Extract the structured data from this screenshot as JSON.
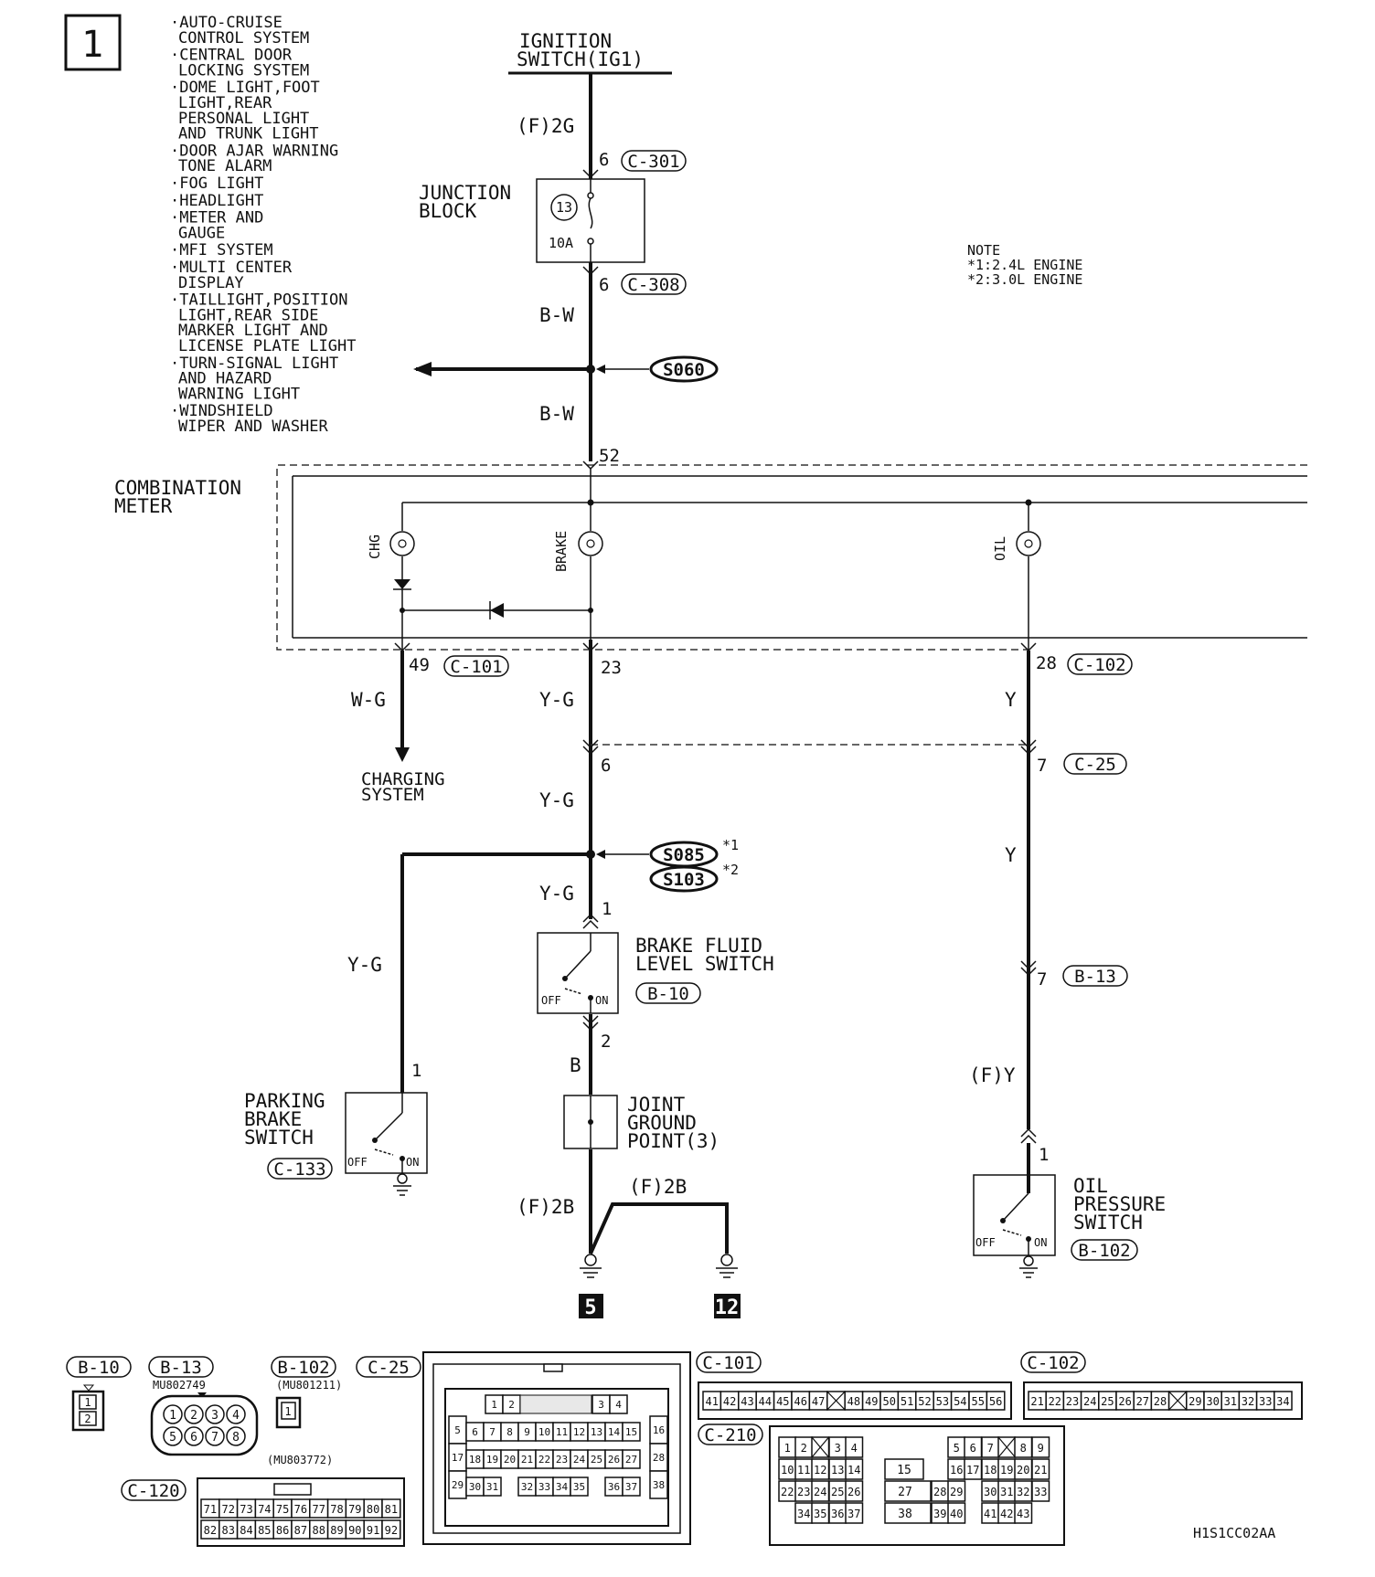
{
  "page_number": "1",
  "related_systems": [
    [
      "·AUTO-CRUISE",
      "CONTROL SYSTEM"
    ],
    [
      "·CENTRAL DOOR",
      "LOCKING SYSTEM"
    ],
    [
      "·DOME LIGHT,FOOT",
      "LIGHT,REAR",
      "PERSONAL LIGHT",
      "AND TRUNK LIGHT"
    ],
    [
      "·DOOR AJAR WARNING",
      "TONE ALARM"
    ],
    [
      "·FOG LIGHT"
    ],
    [
      "·HEADLIGHT"
    ],
    [
      "·METER AND",
      "GAUGE"
    ],
    [
      "·MFI SYSTEM"
    ],
    [
      "·MULTI CENTER",
      "DISPLAY"
    ],
    [
      "·TAILLIGHT,POSITION",
      "LIGHT,REAR SIDE",
      "MARKER LIGHT AND",
      "LICENSE PLATE LIGHT"
    ],
    [
      "·TURN-SIGNAL LIGHT",
      "AND HAZARD",
      "WARNING LIGHT"
    ],
    [
      "·WINDSHIELD",
      "WIPER AND WASHER"
    ]
  ],
  "ignition": {
    "line1": "IGNITION",
    "line2": "SWITCH(IG1)"
  },
  "wire_labels": {
    "f2g": "(F)2G",
    "bw1": "B-W",
    "bw2": "B-W",
    "wg": "W-G",
    "yg1": "Y-G",
    "yg2": "Y-G",
    "yg3": "Y-G",
    "yg4": "Y-G",
    "y1": "Y",
    "y2": "Y",
    "fy": "(F)Y",
    "b": "B",
    "f2b_left": "(F)2B",
    "f2b_right": "(F)2B"
  },
  "junction_block": {
    "line1": "JUNCTION",
    "line2": "BLOCK",
    "fuse_number": "13",
    "fuse_rating": "10A"
  },
  "connectors": {
    "c301": "C-301",
    "c308": "C-308",
    "c101": "C-101",
    "c102": "C-102",
    "c25": "C-25",
    "b13": "B-13",
    "b10": "B-10",
    "c133": "C-133",
    "b102": "B-102"
  },
  "pins": {
    "p6a": "6",
    "p6b": "6",
    "p52": "52",
    "p49": "49",
    "p23": "23",
    "p28": "28",
    "p6c": "6",
    "p7a": "7",
    "p1a": "1",
    "p2": "2",
    "p7b": "7",
    "p1b": "1",
    "p1c": "1"
  },
  "splices": {
    "s060": "S060",
    "s085": "S085",
    "s103": "S103",
    "s085_mark": "*1",
    "s103_mark": "*2"
  },
  "note": {
    "title": "NOTE",
    "line1": "*1:2.4L ENGINE",
    "line2": "*2:3.0L ENGINE"
  },
  "combination_meter": {
    "line1": "COMBINATION",
    "line2": "METER",
    "chg": "CHG",
    "brake": "BRAKE",
    "oil": "OIL"
  },
  "charging_system": {
    "line1": "CHARGING",
    "line2": "SYSTEM"
  },
  "brake_fluid_switch": {
    "line1": "BRAKE FLUID",
    "line2": "LEVEL SWITCH",
    "off": "OFF",
    "on": "ON"
  },
  "joint_ground": {
    "line1": "JOINT",
    "line2": "GROUND",
    "line3": "POINT(3)"
  },
  "parking_brake_switch": {
    "line1": "PARKING",
    "line2": "BRAKE",
    "line3": "SWITCH",
    "off": "OFF",
    "on": "ON"
  },
  "oil_pressure_switch": {
    "line1": "OIL",
    "line2": "PRESSURE",
    "line3": "SWITCH",
    "off": "OFF",
    "on": "ON"
  },
  "ground_refs": {
    "g5": "5",
    "g12": "12"
  },
  "connector_views": {
    "b10": {
      "label": "B-10",
      "pins": [
        "1",
        "2"
      ]
    },
    "b13": {
      "label": "B-13",
      "part": "MU802749",
      "pins": [
        "1",
        "2",
        "3",
        "4",
        "5",
        "6",
        "7",
        "8"
      ]
    },
    "b102": {
      "label": "B-102",
      "part": "(MU801211)",
      "pins": [
        "1"
      ]
    },
    "c120": {
      "label": "C-120",
      "part": "(MU803772)",
      "row1": [
        "71",
        "72",
        "73",
        "74",
        "75",
        "76",
        "77",
        "78",
        "79",
        "80",
        "81"
      ],
      "row2": [
        "82",
        "83",
        "84",
        "85",
        "86",
        "87",
        "88",
        "89",
        "90",
        "91",
        "92"
      ]
    },
    "c25": {
      "label": "C-25",
      "pins": [
        "1",
        "2",
        "3",
        "4",
        "5",
        "6",
        "7",
        "8",
        "9",
        "10",
        "11",
        "12",
        "13",
        "14",
        "15",
        "16",
        "17",
        "18",
        "19",
        "20",
        "21",
        "22",
        "23",
        "24",
        "25",
        "26",
        "27",
        "28",
        "29",
        "30",
        "31",
        "32",
        "33",
        "34",
        "35",
        "36",
        "37",
        "38"
      ]
    },
    "c101": {
      "label": "C-101",
      "pins": [
        "41",
        "42",
        "43",
        "44",
        "45",
        "46",
        "47",
        "48",
        "49",
        "50",
        "51",
        "52",
        "53",
        "54",
        "55",
        "56"
      ]
    },
    "c102": {
      "label": "C-102",
      "pins": [
        "21",
        "22",
        "23",
        "24",
        "25",
        "26",
        "27",
        "28",
        "29",
        "30",
        "31",
        "32",
        "33",
        "34"
      ]
    },
    "c210": {
      "label": "C-210",
      "pins": [
        "1",
        "2",
        "3",
        "4",
        "5",
        "6",
        "7",
        "8",
        "9",
        "10",
        "11",
        "12",
        "13",
        "14",
        "15",
        "16",
        "17",
        "18",
        "19",
        "20",
        "21",
        "22",
        "23",
        "24",
        "25",
        "26",
        "27",
        "28",
        "29",
        "30",
        "31",
        "32",
        "33",
        "34",
        "35",
        "36",
        "37",
        "38",
        "39",
        "40",
        "41",
        "42",
        "43"
      ]
    }
  },
  "figure_code": "H1S1CC02AA"
}
